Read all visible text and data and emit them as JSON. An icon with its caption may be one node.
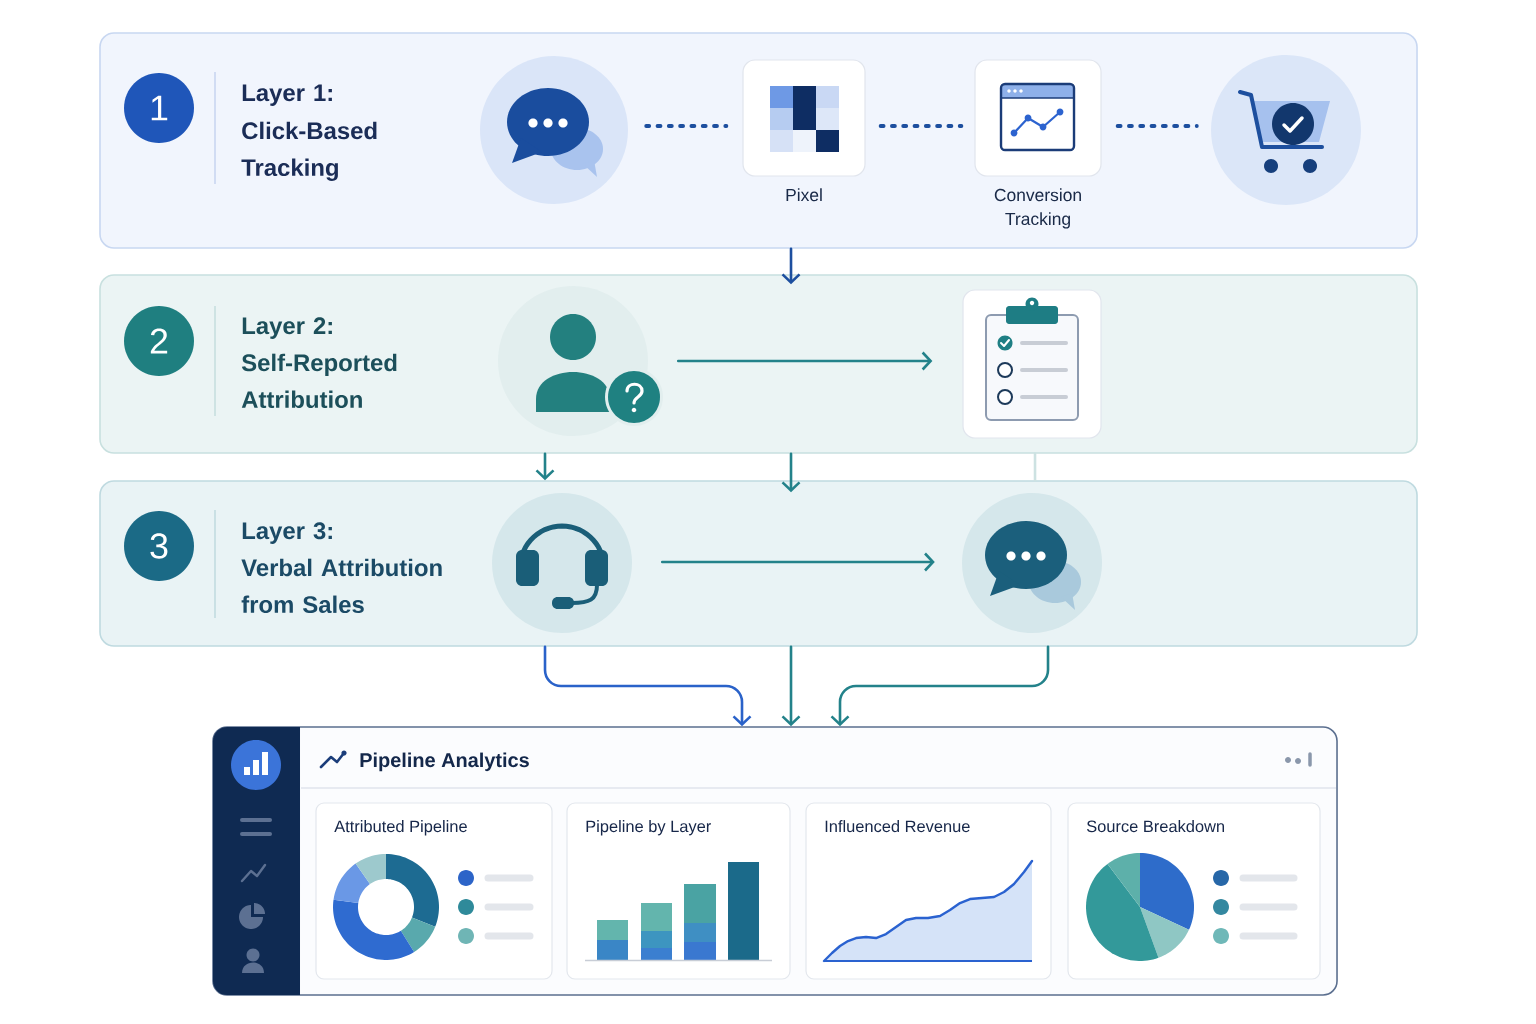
{
  "diagram": {
    "nodes": [
      {
        "text": [
          "Layer 1:",
          "Click-Based Tracking"
        ]
      },
      {
        "text": [
          "1"
        ],
        "in": 0
      },
      {
        "text": [],
        "shape": "picture",
        "in": 0
      },
      {
        "text": [
          "Pixel"
        ],
        "in": 0
      },
      {
        "text": [
          "Conversion Tracking"
        ],
        "in": 0
      },
      {
        "text": [],
        "shape": "picture",
        "in": 0
      },
      {
        "text": [
          "Layer 2:",
          "Self-Reported Attribution"
        ]
      },
      {
        "text": [
          "2"
        ],
        "in": 6
      },
      {
        "text": [],
        "shape": "picture",
        "in": 6
      },
      {
        "text": [],
        "shape": "picture",
        "in": 6
      },
      {
        "text": [
          "Layer 3:",
          "Verbal Attribution from Sales"
        ]
      },
      {
        "text": [
          "3"
        ],
        "in": 10
      },
      {
        "text": [],
        "shape": "picture",
        "in": 10
      },
      {
        "text": [],
        "shape": "picture",
        "in": 10
      },
      {
        "text": [
          "Pipeline Analytics"
        ]
      },
      {
        "text": [
          "Attributed Pipeline"
        ],
        "in": 14
      },
      {
        "text": [
          "Pipeline by Layer"
        ],
        "in": 14
      },
      {
        "text": [
          "Influenced Revenue"
        ],
        "in": 14
      },
      {
        "text": [
          "Source Breakdown"
        ],
        "in": 14
      }
    ],
    "edges": [
      {
        "from": 2,
        "to": 3,
        "arrow": "none",
        "style": "dashed",
        "color": "#1d4f9f"
      },
      {
        "from": 3,
        "to": 4,
        "arrow": "none",
        "style": "dashed",
        "color": "#1d4f9f"
      },
      {
        "from": 4,
        "to": 5,
        "arrow": "none",
        "style": "dashed",
        "color": "#1d4f9f"
      },
      {
        "from": 0,
        "to": 6,
        "arrow": "to",
        "color": "#1d4f9f"
      },
      {
        "from": 8,
        "to": 9,
        "arrow": "to"
      },
      {
        "from": 6,
        "to": 10,
        "arrow": "to"
      },
      {
        "from": 6,
        "to": 10,
        "arrow": "to"
      },
      {
        "from": 6,
        "to": 10,
        "arrow": "none",
        "color": "#cde2e2"
      },
      {
        "from": 12,
        "to": 13,
        "arrow": "to"
      },
      {
        "from": 10,
        "to": 14,
        "arrow": "to",
        "color": "#2a62c9"
      },
      {
        "from": 10,
        "to": 14,
        "arrow": "to"
      },
      {
        "from": 10,
        "to": 14,
        "arrow": "to"
      }
    ]
  }
}
